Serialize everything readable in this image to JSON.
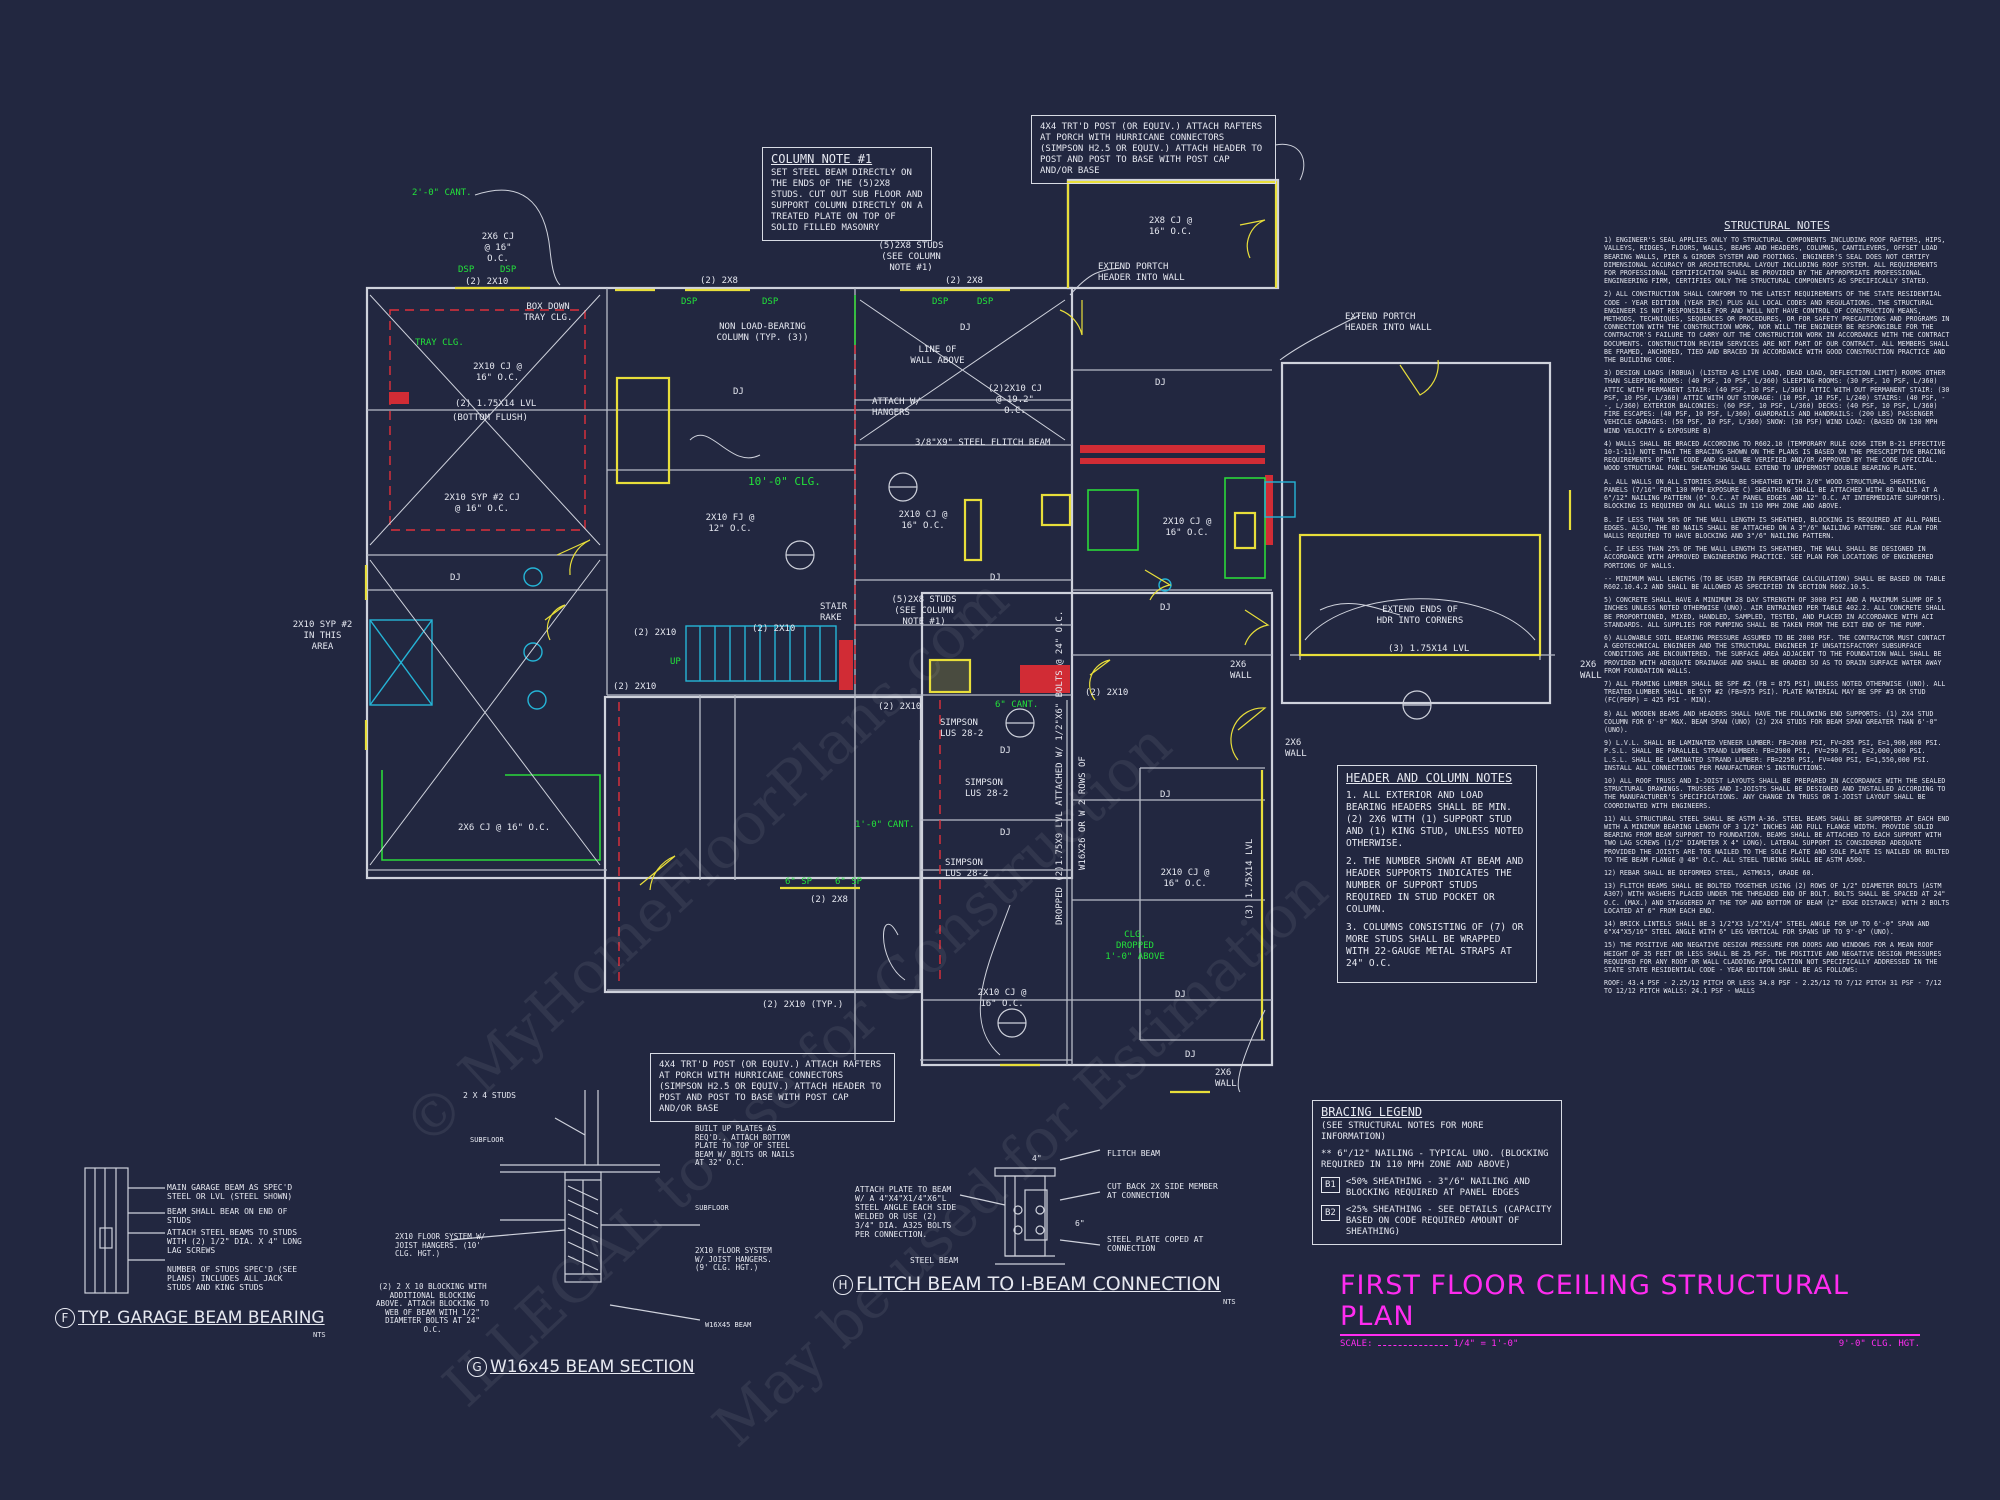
{
  "column_note": {
    "title": "COLUMN NOTE #1",
    "body": "SET STEEL BEAM DIRECTLY ON THE ENDS OF THE (5)2x8 STUDS. CUT OUT SUB FLOOR AND SUPPORT COLUMN DIRECTLY ON A TREATED PLATE ON TOP OF SOLID FILLED MASONRY"
  },
  "porch_post_top": "4x4 TRT'D POST (OR EQUIV.) ATTACH RAFTERS AT PORCH WITH HURRICANE CONNECTORS (SIMPSON H2.5 OR EQUIV.) ATTACH HEADER TO POST AND POST TO BASE WITH POST CAP AND/OR BASE",
  "porch_post_bottom": "4x4 TRT'D POST (OR EQUIV.) ATTACH RAFTERS AT PORCH WITH HURRICANE CONNECTORS (SIMPSON H2.5 OR EQUIV.) ATTACH HEADER TO POST AND POST TO BASE WITH POST CAP AND/OR BASE",
  "plan_labels": {
    "cant_top": "2'-0\" CANT.",
    "cj_top": "2x6 CJ @ 16\" O.C.",
    "dsp": "DSP",
    "two_2x10": "(2) 2x10",
    "two_2x8": "(2) 2x8",
    "box_down": "BOX DOWN TRAY CLG.",
    "tray_clg": "TRAY CLG.",
    "cj_2x10": "2x10 CJ @ 16\" O.C.",
    "lvl": "(2) 1.75x14 LVL",
    "bottom_flush": "(BOTTOM FLUSH)",
    "syp_cj": "2x10 SYP #2 CJ @ 16\" O.C.",
    "dj": "DJ",
    "five_2x8_studs_top": "(5)2x8 STUDS (SEE COLUMN NOTE #1)",
    "non_load": "NON LOAD-BEARING COLUMN (TYP. (3))",
    "line_of_wall": "LINE OF WALL ABOVE",
    "cj_192": "(2)2x10 CJ @ 19.2\" O.C.",
    "attach_hangers": "ATTACH W/ HANGERS",
    "flitch": "3/8\"x9\" STEEL FLITCH BEAM",
    "clg_10": "10'-0\" CLG.",
    "fj": "2x10 FJ @ 12\" O.C.",
    "extend_portch_1": "EXTEND PORTCH HEADER INTO WALL",
    "extend_portch_2": "EXTEND PORTCH HEADER INTO WALL",
    "cj_2x8_porch": "2x8 CJ @ 16\" O.C.",
    "extend_ends": "EXTEND ENDS OF HDR INTO CORNERS",
    "three_lvl": "(3) 1.75x14 LVL",
    "two_x6_wall": "2x6 WALL",
    "stair_rake": "STAIR RAKE",
    "five_2x8_studs_mid": "(5)2x8 STUDS (SEE COLUMN NOTE #1)",
    "up": "UP",
    "syp_area": "2x10 SYP #2 IN THIS AREA",
    "cant_6": "6\" CANT.",
    "cant_1": "1'-0\" CANT.",
    "simpson_1": "SIMPSON LUS 28-2",
    "simpson_2": "SIMPSON LUS 28-2",
    "simpson_3": "SIMPSON LUS 28-2",
    "sp_6": "6\" SP",
    "typ_2x10": "(2) 2x10 (TYP.)",
    "dropped": "DROPPED (2)1.75x9 LVL ATTACHED W/ 1/2\"x6\" BOLTS @ 24\" O.C.",
    "w16x45": "W16x26 OR W 2 ROWS OF",
    "clg_dropped": "CLG. DROPPED 1'-0\" ABOVE",
    "three_lvl_2": "(3) 1.75x14 LVL",
    "cj_2x10_garage": "2x10 CJ @ 16\" O.C.",
    "cj_2x6": "2x6 CJ @ 16\" O.C."
  },
  "header_notes": {
    "title": "HEADER AND COLUMN NOTES",
    "items": [
      "1. ALL EXTERIOR AND LOAD BEARING HEADERS SHALL BE MIN. (2) 2x6 WITH (1) SUPPORT STUD AND (1) KING STUD, UNLESS NOTED OTHERWISE.",
      "2. THE NUMBER SHOWN AT BEAM AND HEADER SUPPORTS INDICATES THE NUMBER OF SUPPORT STUDS REQUIRED IN STUD POCKET OR COLUMN.",
      "3. COLUMNS CONSISTING OF (7) OR MORE STUDS SHALL BE WRAPPED WITH 22-GAUGE METAL STRAPS AT 24\" O.C."
    ]
  },
  "bracing_legend": {
    "title": "BRACING LEGEND",
    "sub": "(SEE STRUCTURAL NOTES FOR MORE INFORMATION)",
    "line1": "** 6\"/12\" NAILING - TYPICAL UNO. (BLOCKING REQUIRED IN 110 MPH ZONE AND ABOVE)",
    "b1_key": "B1",
    "b1": "<50% SHEATHING - 3\"/6\" NAILING AND BLOCKING REQUIRED AT PANEL EDGES",
    "b2_key": "B2",
    "b2": "<25% SHEATHING - SEE DETAILS (CAPACITY BASED ON CODE REQUIRED AMOUNT OF SHEATHING)"
  },
  "structural_notes": {
    "title": "STRUCTURAL NOTES",
    "paragraphs": [
      "1) ENGINEER'S SEAL APPLIES ONLY TO STRUCTURAL COMPONENTS INCLUDING ROOF RAFTERS, HIPS, VALLEYS, RIDGES, FLOORS, WALLS, BEAMS AND HEADERS, COLUMNS, CANTILEVERS, OFFSET LOAD BEARING WALLS, PIER & GIRDER SYSTEM AND FOOTINGS. ENGINEER'S SEAL DOES NOT CERTIFY DIMENSIONAL ACCURACY OR ARCHITECTURAL LAYOUT INCLUDING ROOF SYSTEM. ALL REQUIREMENTS FOR PROFESSIONAL CERTIFICATION SHALL BE PROVIDED BY THE APPROPRIATE PROFESSIONAL ENGINEERING FIRM, CERTIFIES ONLY THE STRUCTURAL COMPONENTS AS SPECIFICALLY STATED.",
      "2) ALL CONSTRUCTION SHALL CONFORM TO THE LATEST REQUIREMENTS OF THE STATE RESIDENTIAL CODE - YEAR EDITION (YEAR IRC) PLUS ALL LOCAL CODES AND REGULATIONS. THE STRUCTURAL ENGINEER IS NOT RESPONSIBLE FOR AND WILL NOT HAVE CONTROL OF CONSTRUCTION MEANS, METHODS, TECHNIQUES, SEQUENCES OR PROCEDURES, OR FOR SAFETY PRECAUTIONS AND PROGRAMS IN CONNECTION WITH THE CONSTRUCTION WORK, NOR WILL THE ENGINEER BE RESPONSIBLE FOR THE CONTRACTOR'S FAILURE TO CARRY OUT THE CONSTRUCTION WORK IN ACCORDANCE WITH THE CONTRACT DOCUMENTS. CONSTRUCTION REVIEW SERVICES ARE NOT PART OF OUR CONTRACT. ALL MEMBERS SHALL BE FRAMED, ANCHORED, TIED AND BRACED IN ACCORDANCE WITH GOOD CONSTRUCTION PRACTICE AND THE BUILDING CODE.",
      "3) DESIGN LOADS (ROBUA) (LISTED AS LIVE LOAD, DEAD LOAD, DEFLECTION LIMIT) ROOMS OTHER THAN SLEEPING ROOMS: (40 PSF, 10 PSF, L/360) SLEEPING ROOMS: (30 PSF, 10 PSF, L/360) ATTIC WITH PERMANENT STAIR: (40 PSF, 10 PSF, L/360) ATTIC WITH OUT PERMANENT STAIR: (30 PSF, 10 PSF, L/360) ATTIC WITH OUT STORAGE: (10 PSF, 10 PSF, L/240) STAIRS: (40 PSF, --, L/360) EXTERIOR BALCONIES: (60 PSF, 10 PSF, L/360) DECKS: (40 PSF, 10 PSF, L/360) FIRE ESCAPES: (40 PSF, 10 PSF, L/360) GUARDRAILS AND HANDRAILS: (200 LBS) PASSENGER VEHICLE GARAGES: (50 PSF, 10 PSF, L/360) SNOW: (30 PSF) WIND LOAD: (BASED ON 130 MPH WIND VELOCITY & EXPOSURE B)",
      "4) WALLS SHALL BE BRACED ACCORDING TO R602.10 (TEMPORARY RULE 0266 ITEM B-21 EFFECTIVE 10-1-11) NOTE THAT THE BRACING SHOWN ON THE PLANS IS BASED ON THE PRESCRIPTIVE BRACING REQUIREMENTS OF THE CODE AND SHALL BE VERIFIED AND/OR APPROVED BY THE CODE OFFICIAL. WOOD STRUCTURAL PANEL SHEATHING SHALL EXTEND TO UPPERMOST DOUBLE BEARING PLATE.",
      "A. ALL WALLS ON ALL STORIES SHALL BE SHEATHED WITH 3/8\" WOOD STRUCTURAL SHEATHING PANELS (7/16\" FOR 130 MPH EXPOSURE C) SHEATHING SHALL BE ATTACHED WITH 8d NAILS AT A 6\"/12\" NAILING PATTERN (6\" O.C. AT PANEL EDGES AND 12\" O.C. AT INTERMEDIATE SUPPORTS). BLOCKING IS REQUIRED ON ALL WALLS IN 110 MPH ZONE AND ABOVE.",
      "B. IF LESS THAN 50% OF THE WALL LENGTH IS SHEATHED, BLOCKING IS REQUIRED AT ALL PANEL EDGES. ALSO, THE 8d NAILS SHALL BE ATTACHED ON A 3\"/6\" NAILING PATTERN. SEE PLAN FOR WALLS REQUIRED TO HAVE BLOCKING AND 3\"/6\" NAILING PATTERN.",
      "C. IF LESS THAN 25% OF THE WALL LENGTH IS SHEATHED, THE WALL SHALL BE DESIGNED IN ACCORDANCE WITH APPROVED ENGINEERING PRACTICE. SEE PLAN FOR LOCATIONS OF ENGINEERED PORTIONS OF WALLS.",
      "-- MINIMUM WALL LENGTHS (TO BE USED IN PERCENTAGE CALCULATION) SHALL BE BASED ON TABLE R602.10.4.2 AND SHALL BE ALLOWED AS SPECIFIED IN SECTION R602.10.5.",
      "5) CONCRETE SHALL HAVE A MINIMUM 28 DAY STRENGTH OF 3000 PSI AND A MAXIMUM SLUMP OF 5 INCHES UNLESS NOTED OTHERWISE (UNO). AIR ENTRAINED PER TABLE 402.2. ALL CONCRETE SHALL BE PROPORTIONED, MIXED, HANDLED, SAMPLED, TESTED, AND PLACED IN ACCORDANCE WITH ACI STANDARDS. ALL SUPPLIES FOR PUMPING SHALL BE TAKEN FROM THE EXIT END OF THE PUMP.",
      "6) ALLOWABLE SOIL BEARING PRESSURE ASSUMED TO BE 2000 PSF. THE CONTRACTOR MUST CONTACT A GEOTECHNICAL ENGINEER AND THE STRUCTURAL ENGINEER IF UNSATISFACTORY SUBSURFACE CONDITIONS ARE ENCOUNTERED. THE SURFACE AREA ADJACENT TO THE FOUNDATION WALL SHALL BE PROVIDED WITH ADEQUATE DRAINAGE AND SHALL BE GRADED SO AS TO DRAIN SURFACE WATER AWAY FROM FOUNDATION WALLS.",
      "7) ALL FRAMING LUMBER SHALL BE SPF #2 (Fb = 875 PSI) UNLESS NOTED OTHERWISE (UNO). ALL TREATED LUMBER SHALL BE SYP #2 (Fb=975 PSI). PLATE MATERIAL MAY BE SPF #3 OR STUD (Fc(perp) = 425 PSI - MIN).",
      "8) ALL WOODEN BEAMS AND HEADERS SHALL HAVE THE FOLLOWING END SUPPORTS: (1) 2x4 STUD COLUMN FOR 6'-0\" MAX. BEAM SPAN (UNO) (2) 2x4 STUDS FOR BEAM SPAN GREATER THAN 6'-0\" (UNO).",
      "9) L.V.L. SHALL BE LAMINATED VENEER LUMBER: Fb=2600 PSI, Fv=285 PSI, E=1,900,000 PSI. P.S.L. SHALL BE PARALLEL STRAND LUMBER: Fb=2900 PSI, Fv=290 PSI, E=2,000,000 PSI. L.S.L. SHALL BE LAMINATED STRAND LUMBER: Fb=2250 PSI, Fv=400 PSI, E=1,550,000 PSI. INSTALL ALL CONNECTIONS PER MANUFACTURER'S INSTRUCTIONS.",
      "10) ALL ROOF TRUSS AND I-JOIST LAYOUTS SHALL BE PREPARED IN ACCORDANCE WITH THE SEALED STRUCTURAL DRAWINGS. TRUSSES AND I-JOISTS SHALL BE DESIGNED AND INSTALLED ACCORDING TO THE MANUFACTURER'S SPECIFICATIONS. ANY CHANGE IN TRUSS OR I-JOIST LAYOUT SHALL BE COORDINATED WITH ENGINEERS.",
      "11) ALL STRUCTURAL STEEL SHALL BE ASTM A-36. STEEL BEAMS SHALL BE SUPPORTED AT EACH END WITH A MINIMUM BEARING LENGTH OF 3 1/2\" INCHES AND FULL FLANGE WIDTH. PROVIDE SOLID BEARING FROM BEAM SUPPORT TO FOUNDATION. BEAMS SHALL BE ATTACHED TO EACH SUPPORT WITH TWO LAG SCREWS (1/2\" DIAMETER x 4\" LONG). LATERAL SUPPORT IS CONSIDERED ADEQUATE PROVIDED THE JOISTS ARE TOE NAILED TO THE SOLE PLATE AND SOLE PLATE IS NAILED OR BOLTED TO THE BEAM FLANGE @ 48\" O.C. ALL STEEL TUBING SHALL BE ASTM A500.",
      "12) REBAR SHALL BE DEFORMED STEEL, ASTM615, GRADE 60.",
      "13) FLITCH BEAMS SHALL BE BOLTED TOGETHER USING (2) ROWS OF 1/2\" DIAMETER BOLTS (ASTM A307) WITH WASHERS PLACED UNDER THE THREADED END OF BOLT. BOLTS SHALL BE SPACED AT 24\" O.C. (MAX.) AND STAGGERED AT THE TOP AND BOTTOM OF BEAM (2\" EDGE DISTANCE) WITH 2 BOLTS LOCATED AT 6\" FROM EACH END.",
      "14) BRICK LINTELS SHALL BE 3 1/2\"x3 1/2\"x1/4\" STEEL ANGLE FOR UP TO 6'-0\" SPAN AND 6\"x4\"x5/16\" STEEL ANGLE WITH 6\" LEG VERTICAL FOR SPANS UP TO 9'-0\" (UNO).",
      "15) THE POSITIVE AND NEGATIVE DESIGN PRESSURE FOR DOORS AND WINDOWS FOR A MEAN ROOF HEIGHT OF 35 FEET OR LESS SHALL BE 25 PSF. THE POSITIVE AND NEGATIVE DESIGN PRESSURES REQUIRED FOR ANY ROOF OR WALL CLADDING APPLICATION NOT SPECIFICALLY ADDRESSED IN THE STATE STATE RESIDENTIAL CODE - YEAR EDITION SHALL BE AS FOLLOWS:",
      "ROOF: 43.4 PSF - 2.25/12 PITCH OR LESS 34.8 PSF - 2.25/12 TO 7/12 PITCH 31 PSF - 7/12 TO 12/12 PITCH WALLS: 24.1 PSF - WALLS"
    ]
  },
  "details": {
    "f": {
      "letter": "F",
      "title": "TYP. GARAGE BEAM BEARING",
      "nts": "NTS",
      "notes": [
        "MAIN GARAGE BEAM AS SPEC'D STEEL OR LVL (STEEL SHOWN)",
        "BEAM SHALL BEAR ON END OF STUDS",
        "ATTACH STEEL BEAMS TO STUDS WITH (2) 1/2\" DIA. x 4\" LONG LAG SCREWS",
        "NUMBER OF STUDS SPEC'D (SEE PLANS) INCLUDES ALL JACK STUDS AND KING STUDS"
      ]
    },
    "g": {
      "letter": "G",
      "title": "W16x45 BEAM SECTION",
      "notes": [
        "2 x 4 STUDS",
        "SUBFLOOR",
        "BUILT UP PLATES AS REQ'D., ATTACH BOTTOM PLATE TO TOP OF STEEL BEAM W/ BOLTS OR NAILS AT 32\" O.C.",
        "SUBFLOOR",
        "2x10 FLOOR SYSTEM W/ JOIST HANGERS. (10' CLG. HGT.)",
        "2x10 FLOOR SYSTEM W/ JOIST HANGERS. (9' CLG. HGT.)",
        "(2) 2 x 10 BLOCKING WITH ADDITIONAL BLOCKING ABOVE. ATTACH BLOCKING TO WEB OF BEAM WITH 1/2\" DIAMETER BOLTS AT 24\" O.C.",
        "W16x45 BEAM"
      ]
    },
    "h": {
      "letter": "H",
      "title": "FLITCH BEAM TO I-BEAM CONNECTION",
      "nts": "NTS",
      "notes": [
        "FLITCH BEAM",
        "CUT BACK 2x SIDE MEMBER AT CONNECTION",
        "ATTACH PLATE TO BEAM W/ A 4\"x4\"x1/4\"x6\"L STEEL ANGLE EACH SIDE WELDED OR USE (2) 3/4\" DIA. A325 BOLTS PER CONNECTION.",
        "STEEL PLATE COPED AT CONNECTION",
        "STEEL BEAM",
        "4\"",
        "6\""
      ]
    }
  },
  "title_block": {
    "title": "FIRST FLOOR CEILING STRUCTURAL PLAN",
    "scale_label": "SCALE:",
    "scale": "1/4\" = 1'-0\"",
    "clg": "9'-0\" CLG. HGT."
  },
  "watermark": [
    "© MyHomeFloorPlans.com",
    "ILLEGAL to use for Construction",
    "May be used for Estimation"
  ]
}
